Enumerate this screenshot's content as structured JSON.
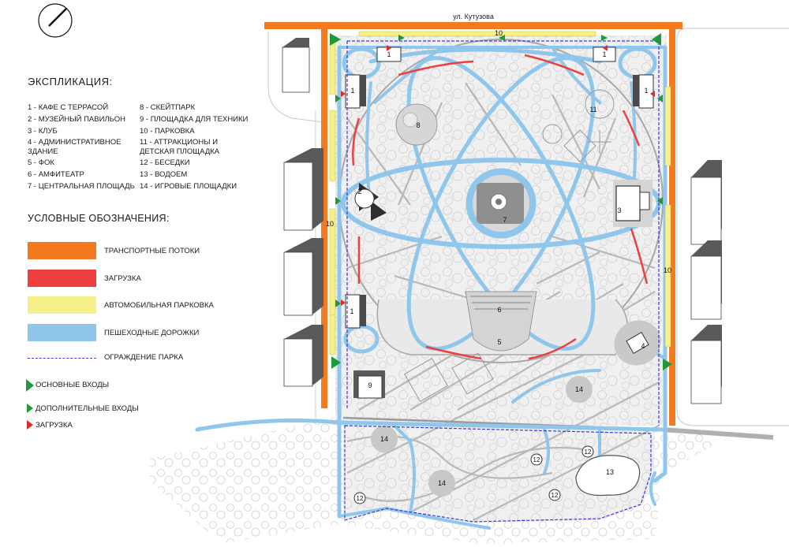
{
  "street_label": "ул. Кутузова",
  "explication": {
    "title": "ЭКСПЛИКАЦИЯ:",
    "col1": [
      "1 - КАФЕ С ТЕРРАСОЙ",
      "2 - МУЗЕЙНЫЙ ПАВИЛЬОН",
      "3 - КЛУБ",
      "4 - АДМИНИСТРАТИВНОЕ\nЗДАНИЕ",
      "5 - ФОК",
      "6 - АМФИТЕАТР",
      "7 - ЦЕНТРАЛЬНАЯ ПЛОЩАДЬ"
    ],
    "col2": [
      "8 - СКЕЙТПАРК",
      "9 - ПЛОЩАДКА ДЛЯ  ТЕХНИКИ",
      "10 - ПАРКОВКА",
      "11 - АТТРАКЦИОНЫ И\n      ДЕТСКАЯ ПЛОЩАДКА",
      "12 - БЕСЕДКИ",
      "13 - ВОДОЕМ",
      "14 - ИГРОВЫЕ ПЛОЩАДКИ"
    ]
  },
  "symbols": {
    "title": "УСЛОВНЫЕ ОБОЗНАЧЕНИЯ:",
    "items": [
      {
        "label": "ТРАНСПОРТНЫЕ ПОТОКИ",
        "color": "#f47a20"
      },
      {
        "label": "ЗАГРУЗКА",
        "color": "#ee3f3f"
      },
      {
        "label": "АВТОМОБИЛЬНАЯ ПАРКОВКА",
        "color": "#f5f08a"
      },
      {
        "label": "ПЕШЕХОДНЫЕ ДОРОЖКИ",
        "color": "#8ec6ec"
      }
    ],
    "fence_label": "ОГРАЖДЕНИЕ ПАРКА",
    "fence_color": "#3b3bd6",
    "main_entries": "ОСНОВНЫЕ ВХОДЫ",
    "extra_entries": "ДОПОЛНИТЕЛЬНЫЕ ВХОДЫ",
    "loading": "ЗАГРУЗКА",
    "entry_color": "#1f9a3a",
    "loading_color": "#e12b2b"
  },
  "map_labels": {
    "n1": "1",
    "n2": "2",
    "n3": "3",
    "n4": "4",
    "n5": "5",
    "n6": "6",
    "n7": "7",
    "n8": "8",
    "n9": "9",
    "n10": "10",
    "n11": "11",
    "n12": "12",
    "n13": "13",
    "n14": "14"
  },
  "colors": {
    "traffic": "#f47a20",
    "parking": "#f5f08a",
    "walkway": "#8ec6ec",
    "park_ground": "#efefef",
    "alley": "#b5b5b5",
    "building_dark": "#5a5a5a",
    "building_mid": "#8a8a8a"
  }
}
